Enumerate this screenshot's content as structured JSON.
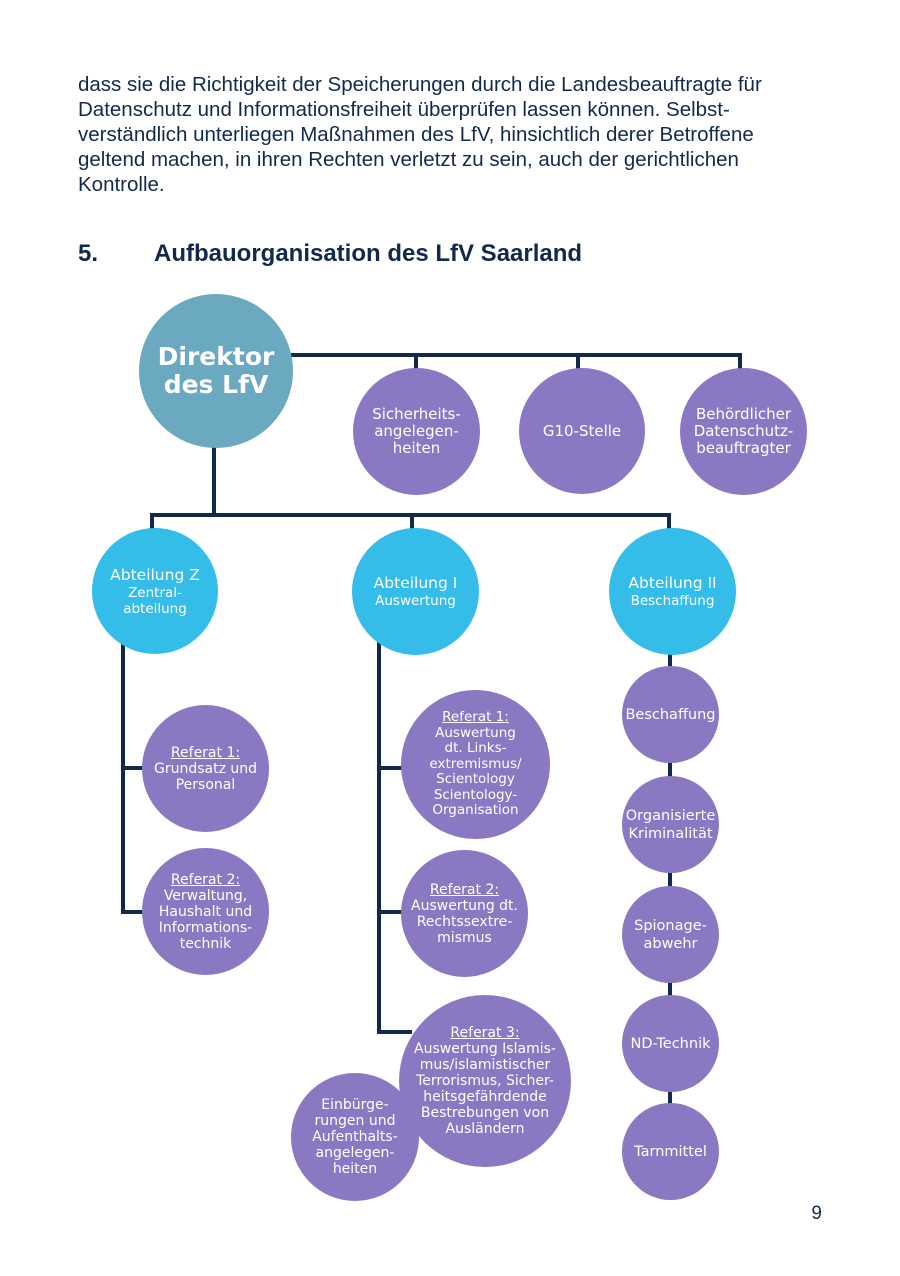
{
  "intro_lines": [
    "dass sie die Richtigkeit der Speicherungen durch die Landesbeauftragte für",
    "Datenschutz und Informationsfreiheit überprüfen lassen können. Selbst-",
    "verständlich unterliegen Maßnahmen des LfV, hinsichtlich derer Betroffene",
    "geltend machen, in ihren Rechten verletzt zu sein, auch der gerichtlichen",
    "Kontrolle."
  ],
  "section": {
    "number": "5.",
    "title": "Aufbauorganisation des LfV Saarland"
  },
  "org": {
    "director": [
      "Direktor",
      "des LfV"
    ],
    "staff": [
      {
        "lines": [
          "Sicherheits-",
          "angelegen-",
          "heiten"
        ]
      },
      {
        "lines": [
          "G10-Stelle"
        ]
      },
      {
        "lines": [
          "Behördlicher",
          "Datenschutz-",
          "beauftragter"
        ]
      }
    ],
    "departments": [
      {
        "main": "Abteilung Z",
        "sub": [
          "Zentral-",
          "abteilung"
        ]
      },
      {
        "main": "Abteilung I",
        "sub": [
          "Auswertung"
        ]
      },
      {
        "main": "Abteilung II",
        "sub": [
          "Beschaffung"
        ]
      }
    ],
    "dept_z_units": [
      {
        "head": "Referat 1:",
        "lines": [
          "Grundsatz und",
          "Personal"
        ]
      },
      {
        "head": "Referat 2:",
        "lines": [
          "Verwaltung,",
          "Haushalt und",
          "Informations-",
          "technik"
        ]
      }
    ],
    "dept_i_units": [
      {
        "head": "Referat 1:",
        "lines": [
          "Auswertung",
          "dt. Links-",
          "extremismus/",
          "Scientology",
          "Scientology-",
          "Organisation"
        ]
      },
      {
        "head": "Referat 2:",
        "lines": [
          "Auswertung dt.",
          "Rechtssextre-",
          "mismus"
        ]
      },
      {
        "head": "Referat 3:",
        "lines": [
          "Auswertung Islamis-",
          "mus/islamistischer",
          "Terrorismus, Sicher-",
          "heitsgefährdende",
          "Bestrebungen von",
          "Ausländern"
        ]
      }
    ],
    "dept_i_extra": [
      "Einbürge-",
      "rungen und",
      "Aufenthalts-",
      "angelegen-",
      "heiten"
    ],
    "dept_ii_units": [
      [
        "Beschaffung"
      ],
      [
        "Organisierte",
        "Kriminalität"
      ],
      [
        "Spionage-",
        "abwehr"
      ],
      [
        "ND-Technik"
      ],
      [
        "Tarnmittel"
      ]
    ]
  },
  "page_number": "9",
  "colors": {
    "text": "#13294b",
    "connector": "#13294b",
    "director": "#6aa9bf",
    "department": "#33bde8",
    "unit": "#8b78c2"
  }
}
